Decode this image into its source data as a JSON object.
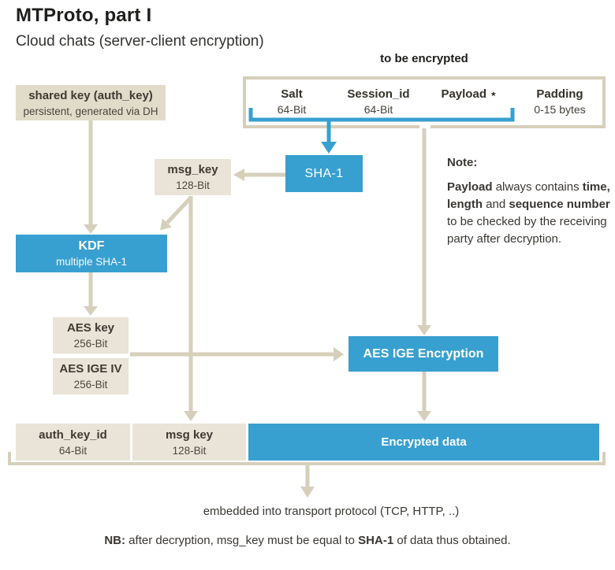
{
  "header": {
    "title": "MTProto, part I",
    "subtitle": "Cloud chats (server-client encryption)"
  },
  "colors": {
    "accent_blue": "#38a0d0",
    "box_fill": "#e9e4d7",
    "box_fill_dark": "#e1dbca",
    "connector": "#d6cfbb",
    "ink": "#1f1e1c",
    "box_ink": "#3f3b33"
  },
  "encrypt_group": {
    "label": "to be encrypted",
    "fields": [
      {
        "name": "Salt",
        "size": "64-Bit"
      },
      {
        "name": "Session_id",
        "size": "64-Bit"
      },
      {
        "name": "Payload ⋆",
        "size": ""
      },
      {
        "name": "Padding",
        "size": "0-15 bytes"
      }
    ]
  },
  "boxes": {
    "shared_key": {
      "title": "shared key (auth_key)",
      "subtitle": "persistent, generated via DH"
    },
    "msg_key_top": {
      "title": "msg_key",
      "subtitle": "128-Bit"
    },
    "sha1": {
      "title": "SHA-1"
    },
    "kdf": {
      "title": "KDF",
      "subtitle": "multiple SHA-1"
    },
    "aes_key": {
      "title": "AES key",
      "subtitle": "256-Bit"
    },
    "aes_ige_iv": {
      "title": "AES IGE IV",
      "subtitle": "256-Bit"
    },
    "aes_ige_encryption": {
      "title": "AES IGE Encryption"
    },
    "auth_key_id": {
      "title": "auth_key_id",
      "subtitle": "64-Bit"
    },
    "msg_key_bottom": {
      "title": "msg key",
      "subtitle": "128-Bit"
    },
    "encrypted_data": {
      "title": "Encrypted data"
    }
  },
  "note": {
    "heading": "Note:",
    "lines": [
      [
        {
          "t": "Payload"
        },
        {
          "t": " always contains "
        },
        {
          "t": "time,"
        }
      ],
      [
        {
          "t": "length"
        },
        {
          "t": " and "
        },
        {
          "t": "sequence number"
        }
      ],
      [
        {
          "t": "to be checked by the receiving"
        }
      ],
      [
        {
          "t": "party after decryption."
        }
      ]
    ]
  },
  "footer": {
    "embedded": "embedded into transport protocol (TCP, HTTP, ..)",
    "nb": [
      {
        "t": "NB:"
      },
      {
        "t": " after decryption, msg_key must be equal to "
      },
      {
        "t": "SHA-1"
      },
      {
        "t": " of data thus obtained."
      }
    ]
  }
}
